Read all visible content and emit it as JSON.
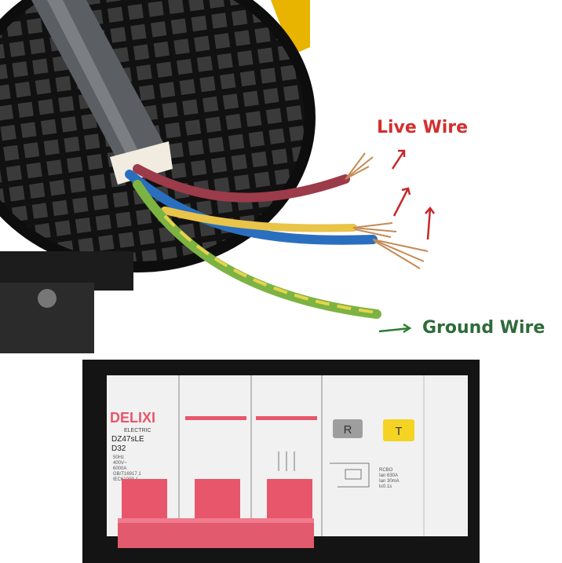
{
  "labels": {
    "live_wire": "Live Wire",
    "ground_wire": "Ground Wire"
  },
  "breaker": {
    "brand": "DELIXI",
    "brand_sub": "ELECTRIC",
    "model": "DZ47sLE",
    "rating": "D32",
    "test_button": "T",
    "reset_button": "R",
    "spec_lines": [
      "50Hz",
      "400V~",
      "6000A",
      "GB/T16917.1",
      "IEC61009-1"
    ],
    "rcbo_lines": [
      "RCBO",
      "Ian 630A",
      "Ian 30mA",
      "t≤0.1s"
    ]
  },
  "colors": {
    "live_label": "#d32f2f",
    "ground_label": "#2e6b3a",
    "arrow_red": "#c62828",
    "arrow_green": "#2e7d32",
    "wire_brown": "#9c3b4a",
    "wire_blue": "#2a6fbf",
    "wire_yellow": "#e9c449",
    "wire_green_yellow": "#7cb342",
    "breaker_handle": "#e8566b"
  }
}
